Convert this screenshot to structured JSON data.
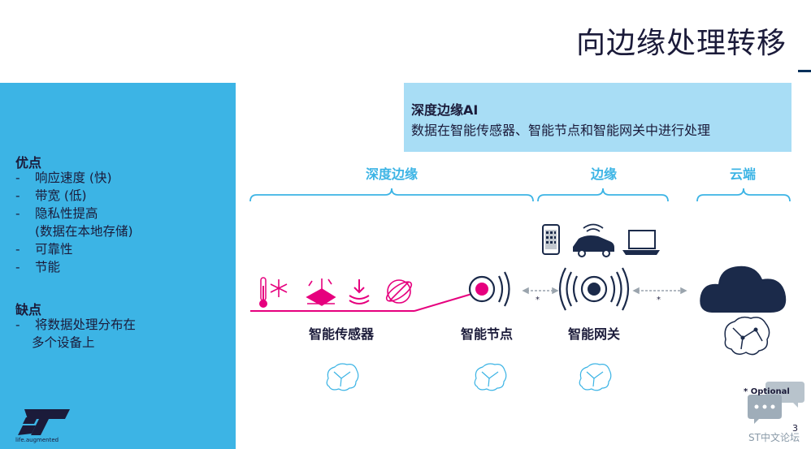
{
  "title": "向边缘处理转移",
  "left_panel": {
    "pros_heading": "优点",
    "pros": [
      "响应速度 (快)",
      "带宽 (低)",
      "隐私性提高",
      "(数据在本地存储)",
      "可靠性",
      "节能"
    ],
    "cons_heading": "缺点",
    "cons": [
      "将数据处理分布在",
      "多个设备上"
    ],
    "bullet": "-"
  },
  "logo": {
    "icon": "st-logo-icon",
    "tagline": "life.augmented"
  },
  "box": {
    "title": "深度边缘AI",
    "desc": "数据在智能传感器、智能节点和智能网关中进行处理"
  },
  "segments": [
    "深度边缘",
    "边缘",
    "云端"
  ],
  "nodes": [
    "智能传感器",
    "智能节点",
    "智能网关"
  ],
  "asterisk": "*",
  "optional_note": "* Optional",
  "page_number": "3",
  "watermark": "ST中文论坛",
  "colors": {
    "accent_blue": "#3cb4e5",
    "light_blue": "#a8ddf5",
    "magenta": "#e6007e",
    "navy": "#1b2a4a"
  }
}
